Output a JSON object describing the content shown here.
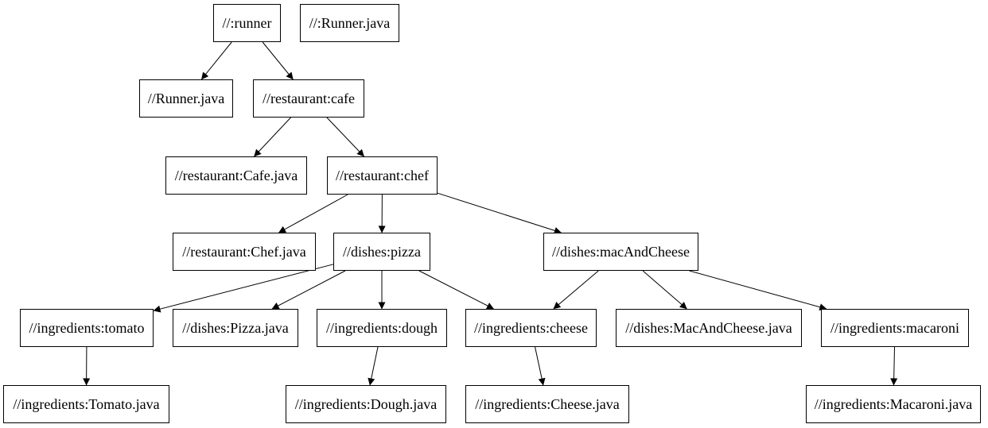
{
  "diagram": {
    "type": "dependency-graph",
    "background_color": "#ffffff",
    "node_fill_color": "#ffffff",
    "node_border_color": "#000000",
    "edge_color": "#000000",
    "text_color": "#000000",
    "nodes": [
      {
        "id": "runner",
        "label": "//:runner"
      },
      {
        "id": "root-runner-java",
        "label": "//:Runner.java"
      },
      {
        "id": "runner-java",
        "label": "//Runner.java"
      },
      {
        "id": "cafe",
        "label": "//restaurant:cafe"
      },
      {
        "id": "cafe-java",
        "label": "//restaurant:Cafe.java"
      },
      {
        "id": "chef",
        "label": "//restaurant:chef"
      },
      {
        "id": "chef-java",
        "label": "//restaurant:Chef.java"
      },
      {
        "id": "pizza",
        "label": "//dishes:pizza"
      },
      {
        "id": "mac-and-cheese",
        "label": "//dishes:macAndCheese"
      },
      {
        "id": "tomato",
        "label": "//ingredients:tomato"
      },
      {
        "id": "pizza-java",
        "label": "//dishes:Pizza.java"
      },
      {
        "id": "dough",
        "label": "//ingredients:dough"
      },
      {
        "id": "cheese",
        "label": "//ingredients:cheese"
      },
      {
        "id": "mac-and-cheese-java",
        "label": "//dishes:MacAndCheese.java"
      },
      {
        "id": "macaroni",
        "label": "//ingredients:macaroni"
      },
      {
        "id": "tomato-java",
        "label": "//ingredients:Tomato.java"
      },
      {
        "id": "dough-java",
        "label": "//ingredients:Dough.java"
      },
      {
        "id": "cheese-java",
        "label": "//ingredients:Cheese.java"
      },
      {
        "id": "macaroni-java",
        "label": "//ingredients:Macaroni.java"
      }
    ],
    "edges": [
      {
        "from": "runner",
        "to": "runner-java"
      },
      {
        "from": "runner",
        "to": "cafe"
      },
      {
        "from": "cafe",
        "to": "cafe-java"
      },
      {
        "from": "cafe",
        "to": "chef"
      },
      {
        "from": "chef",
        "to": "chef-java"
      },
      {
        "from": "chef",
        "to": "pizza"
      },
      {
        "from": "chef",
        "to": "mac-and-cheese"
      },
      {
        "from": "pizza",
        "to": "tomato"
      },
      {
        "from": "pizza",
        "to": "pizza-java"
      },
      {
        "from": "pizza",
        "to": "dough"
      },
      {
        "from": "pizza",
        "to": "cheese"
      },
      {
        "from": "mac-and-cheese",
        "to": "cheese"
      },
      {
        "from": "mac-and-cheese",
        "to": "mac-and-cheese-java"
      },
      {
        "from": "mac-and-cheese",
        "to": "macaroni"
      },
      {
        "from": "tomato",
        "to": "tomato-java"
      },
      {
        "from": "dough",
        "to": "dough-java"
      },
      {
        "from": "cheese",
        "to": "cheese-java"
      },
      {
        "from": "macaroni",
        "to": "macaroni-java"
      }
    ]
  }
}
